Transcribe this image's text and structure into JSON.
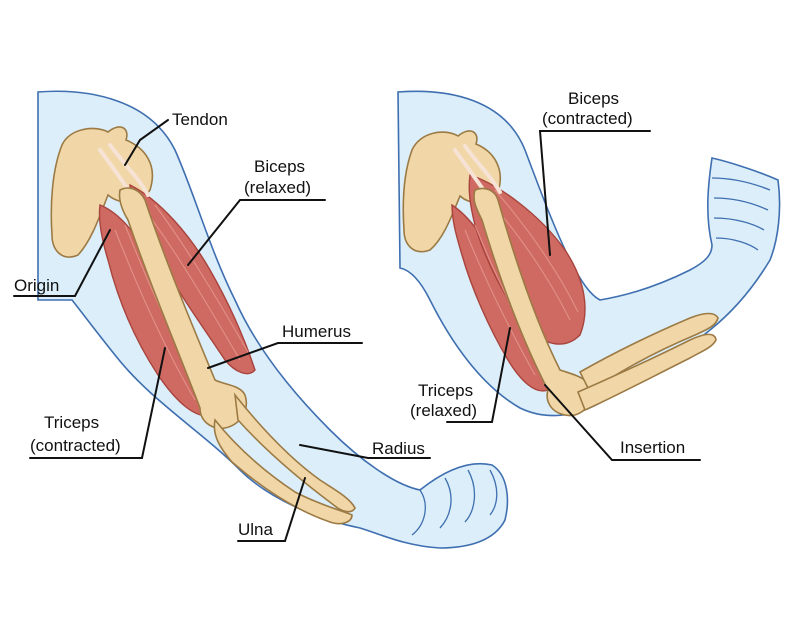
{
  "left_arm": {
    "labels": {
      "tendon": "Tendon",
      "biceps": "Biceps",
      "biceps_state": "(relaxed)",
      "origin": "Origin",
      "humerus": "Humerus",
      "triceps": "Triceps",
      "triceps_state": "(contracted)",
      "radius": "Radius",
      "ulna": "Ulna"
    }
  },
  "right_arm": {
    "labels": {
      "biceps": "Biceps",
      "biceps_state": "(contracted)",
      "triceps": "Triceps",
      "triceps_state": "(relaxed)",
      "insertion": "Insertion"
    }
  },
  "colors": {
    "skin": "#dbeef9",
    "outline": "#3f6fb0",
    "bone": "#f1d7a8",
    "muscle": "#cf6a62"
  }
}
